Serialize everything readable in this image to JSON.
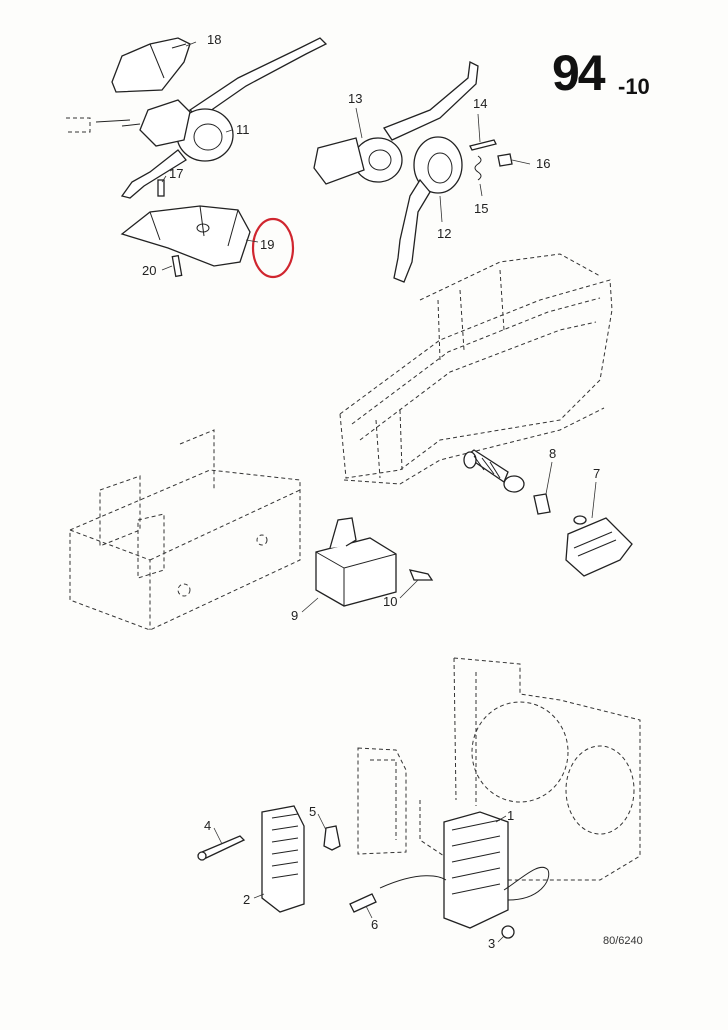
{
  "page": {
    "number": "94",
    "suffix": "-10"
  },
  "drawing_code": "80/6240",
  "callouts": [
    {
      "id": "18",
      "text": "18"
    },
    {
      "id": "11",
      "text": "11"
    },
    {
      "id": "17",
      "text": "17"
    },
    {
      "id": "19",
      "text": "19",
      "highlighted": true
    },
    {
      "id": "20",
      "text": "20"
    },
    {
      "id": "13",
      "text": "13"
    },
    {
      "id": "14",
      "text": "14"
    },
    {
      "id": "16",
      "text": "16"
    },
    {
      "id": "15",
      "text": "15"
    },
    {
      "id": "12",
      "text": "12"
    },
    {
      "id": "8",
      "text": "8"
    },
    {
      "id": "7",
      "text": "7"
    },
    {
      "id": "9",
      "text": "9"
    },
    {
      "id": "10",
      "text": "10"
    },
    {
      "id": "1",
      "text": "1"
    },
    {
      "id": "2",
      "text": "2"
    },
    {
      "id": "3",
      "text": "3"
    },
    {
      "id": "4",
      "text": "4"
    },
    {
      "id": "5",
      "text": "5"
    },
    {
      "id": "6",
      "text": "6"
    }
  ],
  "colors": {
    "highlight_circle": "#d0262f",
    "ink": "#222222",
    "paper": "#fdfdfb"
  }
}
